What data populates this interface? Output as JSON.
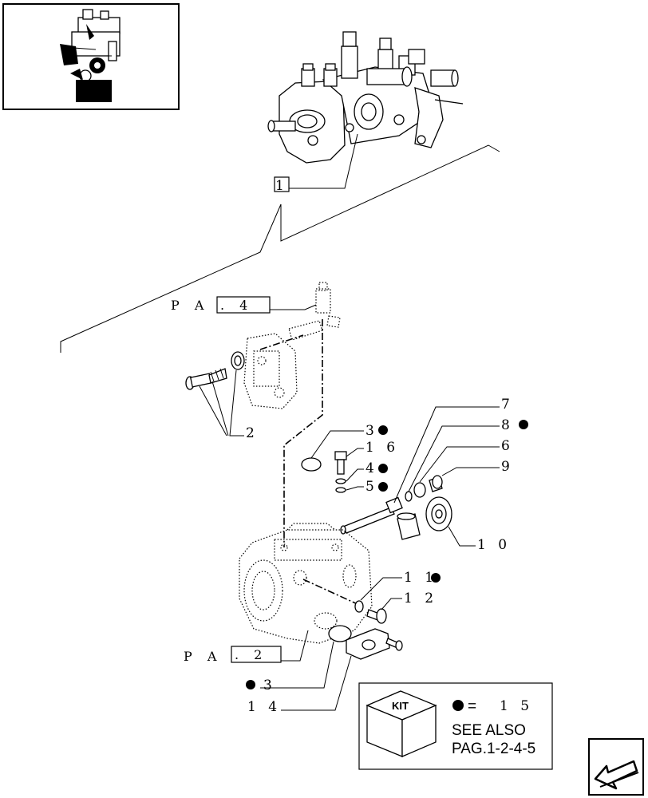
{
  "callouts": {
    "ref_1": "1",
    "c2": "2",
    "c3": "3",
    "c16": "1 6",
    "c4": "4",
    "c5": "5",
    "c7": "7",
    "c8": "8",
    "c6": "6",
    "c9": "9",
    "c10": "1 0",
    "c11": "1 1",
    "c12": "1 2",
    "c3b": "3",
    "c14": "1 4"
  },
  "pag_refs": {
    "top_prefix": "P A G",
    "top_num": ".   4",
    "bottom_prefix": "P A G",
    "bottom_num": ".   2"
  },
  "kit_box": {
    "kit_label": "KIT",
    "equals": "=",
    "kit_number": "1 5",
    "see_also": "SEE ALSO",
    "pages": "PAG.1-2-4-5"
  },
  "icons": {
    "thumbnail": "engine-thumbnail-icon",
    "kit": "kit-box-icon",
    "nav": "next-page-arrow-icon"
  },
  "colors": {
    "line": "#000000",
    "background": "#ffffff"
  }
}
